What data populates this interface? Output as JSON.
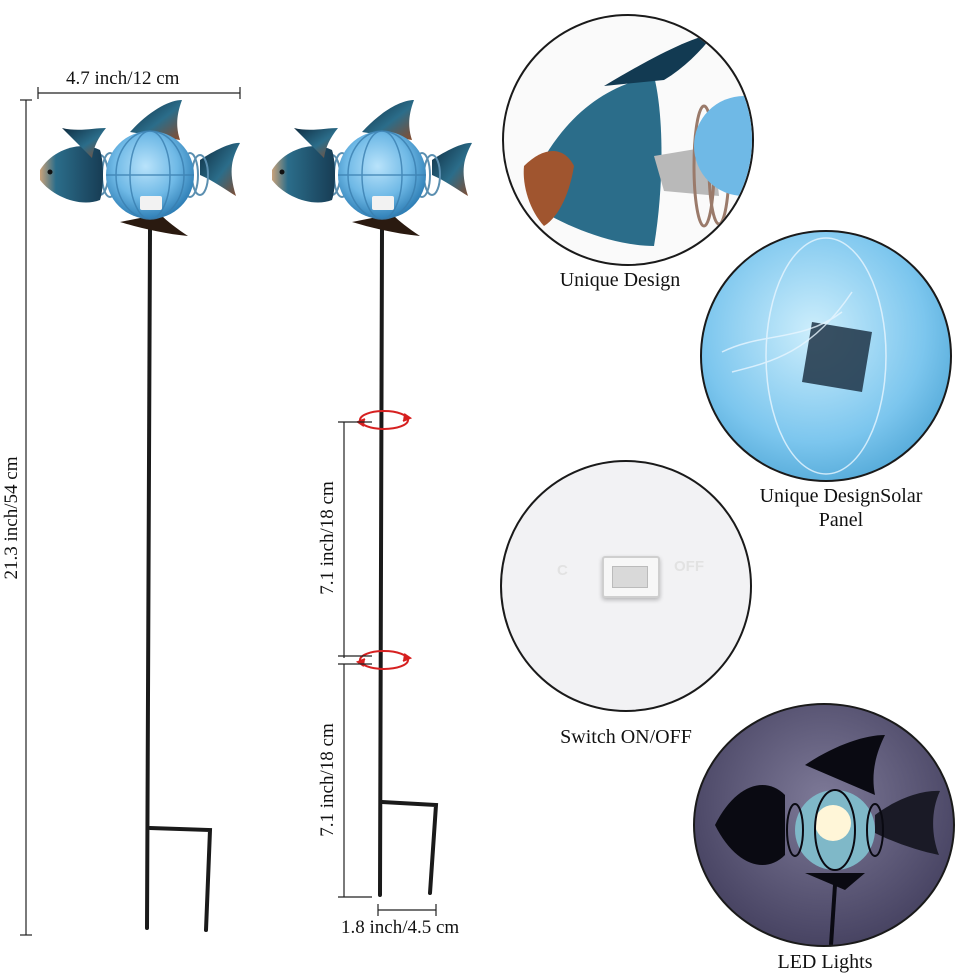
{
  "dimensions": {
    "width_label": "4.7 inch/12 cm",
    "height_label": "21.3 inch/54 cm",
    "segment_upper_label": "7.1 inch/18 cm",
    "segment_lower_label": "7.1 inch/18 cm",
    "base_label": "1.8 inch/4.5 cm"
  },
  "features": [
    {
      "caption": "Unique Design"
    },
    {
      "caption_line1": "Unique DesignSolar",
      "caption_line2": "Panel"
    },
    {
      "caption": "Switch ON/OFF",
      "switch_left": "C",
      "switch_right": "OFF"
    },
    {
      "caption": "LED Lights"
    }
  ],
  "colors": {
    "fish_body": "#1f5f7a",
    "fish_dark": "#0f2f44",
    "orb": "#6fb9e6",
    "stake": "#1a1a1a",
    "rotate_arrow": "#d62020"
  }
}
